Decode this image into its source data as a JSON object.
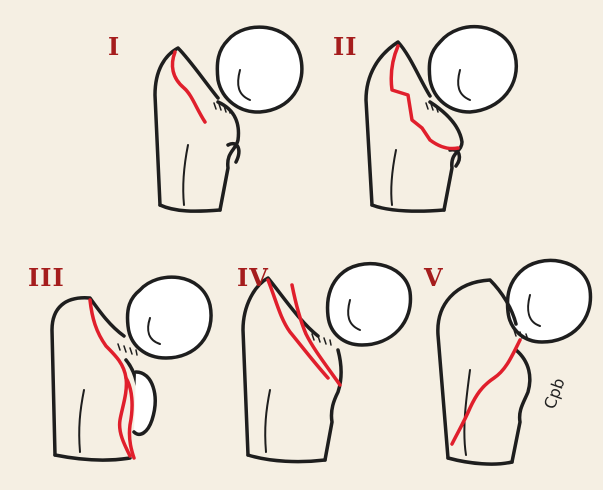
{
  "figure": {
    "panels": [
      {
        "label": "I"
      },
      {
        "label": "II"
      },
      {
        "label": "III"
      },
      {
        "label": "IV"
      },
      {
        "label": "V"
      }
    ],
    "signature": "Cpb",
    "colors": {
      "background": "#f5efe3",
      "bone_outline": "#1e1e1e",
      "fracture_line": "#e01f2c",
      "label": "#a51d1d"
    }
  }
}
